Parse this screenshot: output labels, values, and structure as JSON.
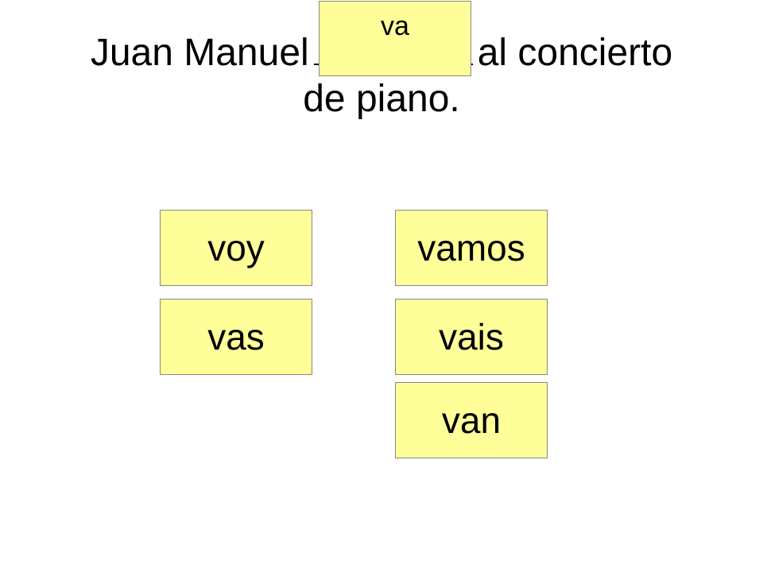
{
  "sentence": {
    "before": "Juan Manuel",
    "after": "al concierto",
    "line2": "de piano."
  },
  "placed_answer": "va",
  "options": {
    "voy": "voy",
    "vamos": "vamos",
    "vas": "vas",
    "vais": "vais",
    "van": "van"
  },
  "colors": {
    "tile_fill": "#ffff99",
    "tile_border": "#888888"
  }
}
